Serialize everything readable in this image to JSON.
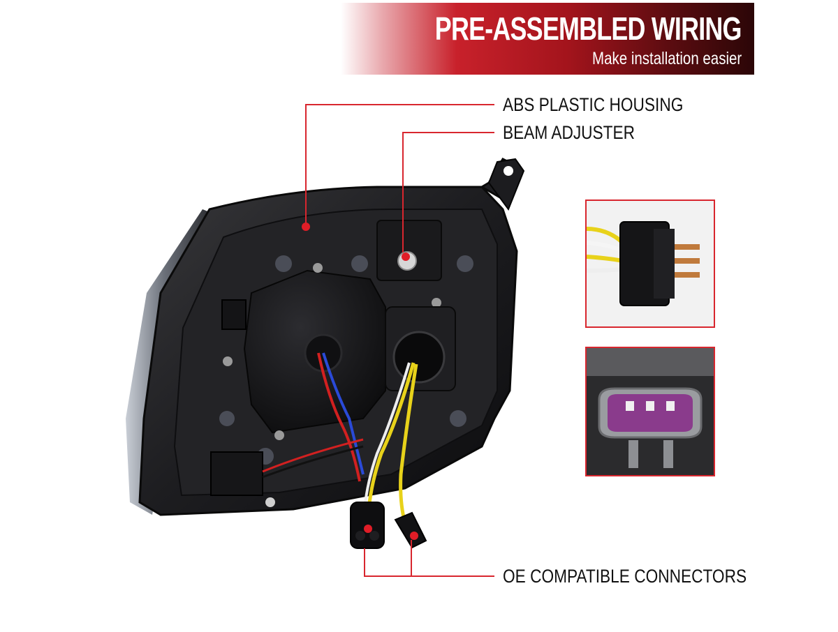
{
  "banner": {
    "title": "PRE-ASSEMBLED WIRING",
    "subtitle": "Make installation easier"
  },
  "callouts": {
    "housing": "ABS PLASTIC HOUSING",
    "adjuster": "BEAM ADJUSTER",
    "connectors": "OE COMPATIBLE CONNECTORS"
  },
  "colors": {
    "accent": "#d8262e",
    "banner_dark": "#2b0607",
    "wire_yellow": "#e8d21a",
    "wire_red": "#d22020",
    "wire_blue": "#2a4ad8",
    "connector_purple": "#8a3b8c"
  }
}
